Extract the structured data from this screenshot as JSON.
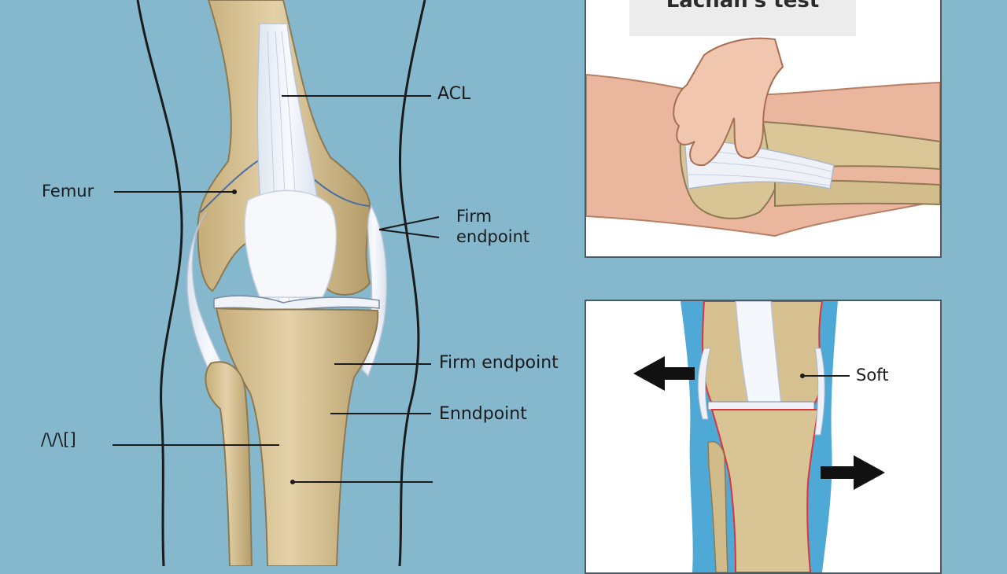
{
  "main_labels": {
    "acl": "ACL",
    "femur": "Femur",
    "firm_endpoint_1_line1": "Firm",
    "firm_endpoint_1_line2": "endpoint",
    "firm_endpoint_2": "Firm endpoint",
    "endpoint": "Enndpoint",
    "tibia_symbol": "/\\/\\[]"
  },
  "top_panel": {
    "title": "Lachan's test"
  },
  "bottom_panel": {
    "label": "Soft"
  },
  "colors": {
    "background": "#85b7cd",
    "bone": "#d8c397",
    "bone_shadow": "#b09766",
    "ligament": "#eef2f8",
    "skin": "#e9b69d",
    "outline": "#1b1b1b",
    "arrow": "#111111",
    "red_outline": "#d9363e"
  },
  "icons": [
    "left-arrow-icon",
    "right-arrow-icon"
  ]
}
